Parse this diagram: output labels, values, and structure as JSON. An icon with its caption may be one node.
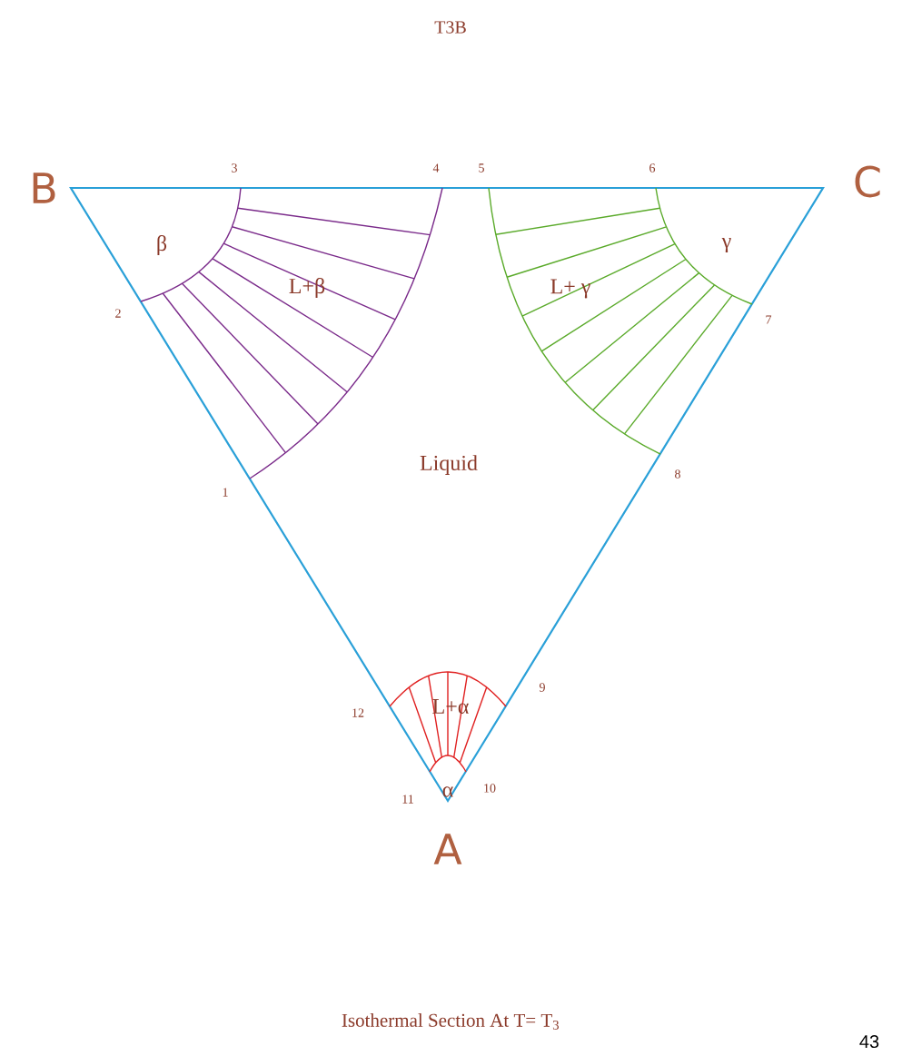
{
  "diagram": {
    "title": "T3B",
    "caption": "Isothermal Section At T= T$_{3}$",
    "labels": [
      "B",
      "3",
      "4",
      "5",
      "6",
      "C",
      "β",
      "γ",
      "L+β",
      "L+ γ",
      "2",
      "7",
      "Liquid",
      "1",
      "8",
      "9",
      "12",
      "L+α",
      "11",
      "α",
      "10",
      "A",
      "43"
    ]
  }
}
